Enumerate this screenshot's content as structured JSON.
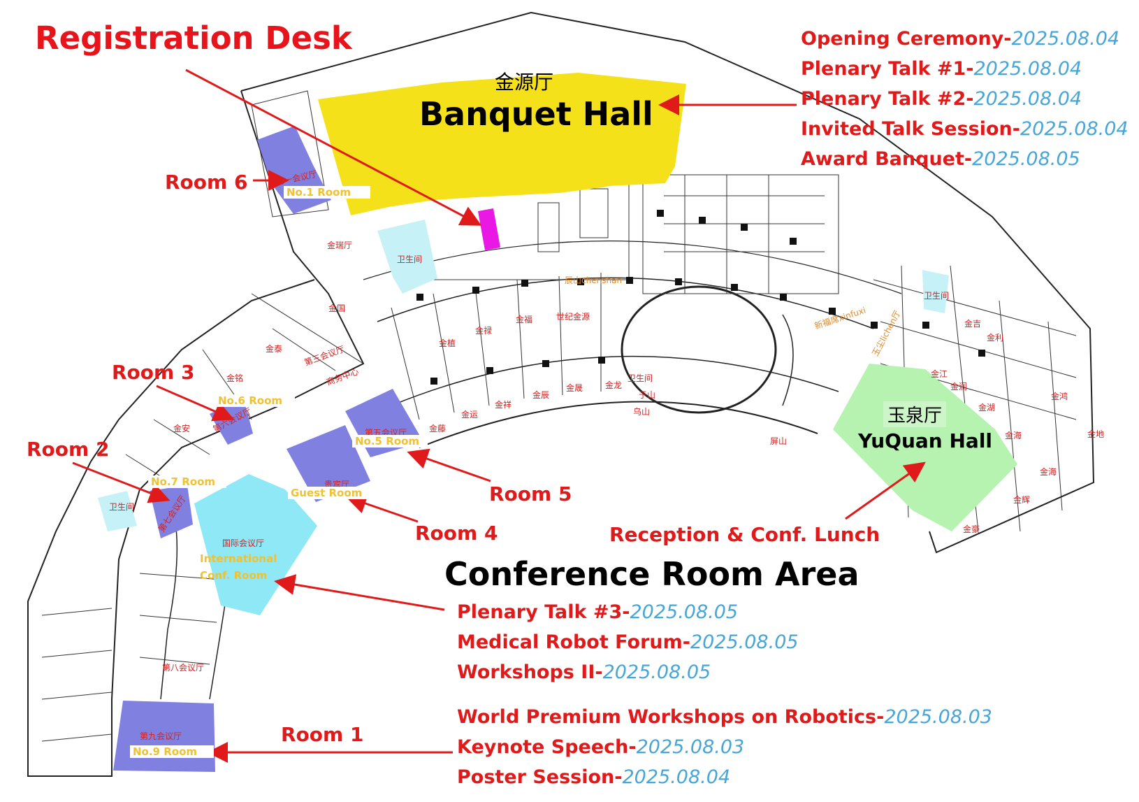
{
  "labels": {
    "registration_desk": "Registration Desk",
    "banquet_hall_cn": "金源厅",
    "banquet_hall": "Banquet Hall",
    "yuquan_hall_cn": "玉泉厅",
    "yuquan_hall": "YuQuan Hall",
    "conference_area": "Conference Room Area",
    "reception": "Reception & Conf. Lunch",
    "room6": "Room 6",
    "room3": "Room 3",
    "room2": "Room 2",
    "room5": "Room 5",
    "room4": "Room 4",
    "room1": "Room 1"
  },
  "room_tags": {
    "no1": "No.1  Room",
    "no6": "No.6  Room",
    "no5": "No.5  Room",
    "no7": "No.7 Room",
    "guest": "Guest  Room",
    "intl_1": "International",
    "intl_2": "Conf. Room",
    "no9": "No.9  Room"
  },
  "floorplan_text": {
    "jinrui": "金瑞厅",
    "weisheng1": "卫生间",
    "weisheng2": "卫生间",
    "weisheng3": "卫生间",
    "weisheng4": "卫生间",
    "chenshan": "辰山chenshan",
    "xinfuxi": "新福席xinfuxi",
    "yuchen": "玉尘lichen厅",
    "jinguo": "金国",
    "jintai": "金泰",
    "jinming": "金铭",
    "disanhuiyi": "第三会议厅",
    "shangwu": "商务中心",
    "jinan": "金安",
    "diliuhuiyi": "第六会议厅",
    "diqihuiyi": "第七会议厅",
    "diwuhuiyi": "第五会议厅",
    "guibin": "贵宾厅",
    "guoji": "国际会议厅",
    "dibahuiyi": "第八会议厅",
    "dijiuhuiyi": "第九会议厅",
    "diyihuiyi": "第一会议厅",
    "jinzhi": "金植",
    "jinhu": "金禄",
    "jinfu": "金福",
    "shiji": "世纪金源",
    "jinteng": "金藤",
    "jinyun": "金运",
    "jinxiang": "金祥",
    "jinchen": "金辰",
    "jinsheng": "金晟",
    "jinlong": "金龙",
    "yushan": "于山",
    "wushan": "乌山",
    "pingshan": "屏山",
    "jinji": "金吉",
    "jinli": "金利",
    "jinjiang": "金江",
    "jinrun": "金润",
    "jinhu2": "金湖",
    "jinhai": "金海",
    "jinhong": "金鸿",
    "jindi": "金地",
    "jinhai2": "金海",
    "jinhui": "金辉",
    "jinhao": "金豪"
  },
  "colors": {
    "banquet": "#f5e11a",
    "room_blue": "#8080e0",
    "intl_cyan": "#8ee8f5",
    "yuquan_green": "#b6f2b0",
    "registration_magenta": "#ea18e4",
    "arrow": "#e01a1a",
    "event_red": "#e01a1a",
    "date_blue": "#47a6d8"
  },
  "schedules": {
    "banquet": [
      {
        "event": "Opening Ceremony-",
        "date": "2025.08.04"
      },
      {
        "event": "Plenary Talk #1-",
        "date": "2025.08.04"
      },
      {
        "event": "Plenary Talk #2-",
        "date": "2025.08.04"
      },
      {
        "event": "Invited Talk Session-",
        "date": "2025.08.04"
      },
      {
        "event": "Award Banquet-",
        "date": "2025.08.05"
      }
    ],
    "international": [
      {
        "event": "Plenary Talk #3-",
        "date": "2025.08.05"
      },
      {
        "event": "Medical Robot Forum-",
        "date": "2025.08.05"
      },
      {
        "event": "Workshops II-",
        "date": "2025.08.05"
      }
    ],
    "room1": [
      {
        "event": "World Premium Workshops on Robotics-",
        "date": "2025.08.03"
      },
      {
        "event": "Keynote Speech-",
        "date": "2025.08.03"
      },
      {
        "event": "Poster Session-",
        "date": "2025.08.04"
      }
    ]
  }
}
